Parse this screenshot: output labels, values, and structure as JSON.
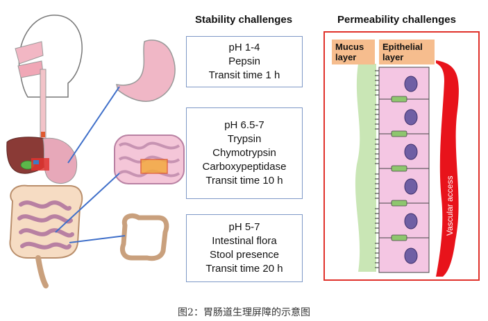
{
  "headings": {
    "stability": "Stability challenges",
    "permeability": "Permeability challenges"
  },
  "stability_boxes": [
    {
      "lines": [
        "pH 1-4",
        "Pepsin",
        "Transit time 1 h"
      ]
    },
    {
      "lines": [
        "pH 6.5-7",
        "Trypsin",
        "Chymotrypsin",
        "Carboxypeptidase",
        "Transit time 10 h"
      ]
    },
    {
      "lines": [
        "pH 5-7",
        "Intestinal flora",
        "Stool presence",
        "Transit time 20 h"
      ]
    }
  ],
  "permeability": {
    "mucus_label": "Mucus layer",
    "epithelial_label": "Epithelial layer",
    "vascular_label": "Vascular access"
  },
  "caption": "图2：胃肠道生理屏障的示意图",
  "colors": {
    "box_border": "#7d97c6",
    "frame_red": "#e0312a",
    "tag_orange": "#f6bd8e",
    "mucus_green": "#c9e6b5",
    "cell_pink": "#f4c6e3",
    "nucleus_purple": "#6f5fa4",
    "vessel_red": "#e8131b",
    "connector_blue": "#3f6fc9"
  }
}
